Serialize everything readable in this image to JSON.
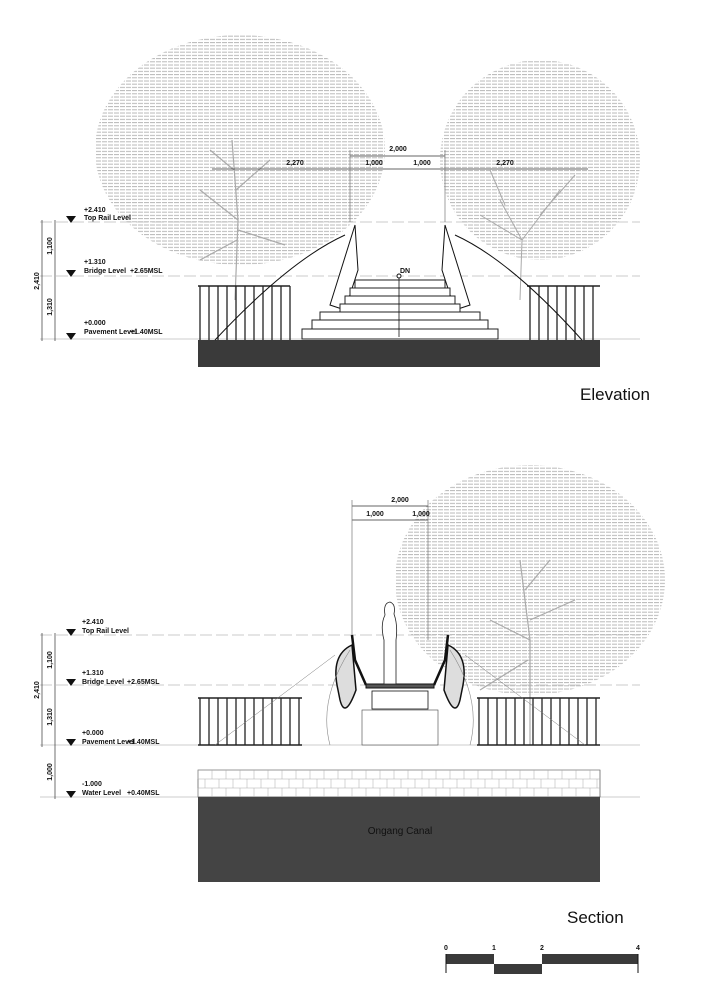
{
  "elevation": {
    "title": "Elevation",
    "levels": [
      {
        "value": "+2.410",
        "name": "Top Rail Level",
        "msl": ""
      },
      {
        "value": "+1.310",
        "name": "Bridge Level",
        "msl": "+2.65MSL"
      },
      {
        "value": "+0.000",
        "name": "Pavement Level",
        "msl": "+1.40MSL"
      }
    ],
    "vertical_dims": {
      "upper": "1,100",
      "lower": "1,310",
      "total": "2,410"
    },
    "horizontal_dims": {
      "total": "2,000",
      "left_half": "1,000",
      "right_half": "1,000",
      "left_side": "2,270",
      "right_side": "2,270"
    },
    "stair_label": "DN"
  },
  "section": {
    "title": "Section",
    "levels": [
      {
        "value": "+2.410",
        "name": "Top Rail Level",
        "msl": ""
      },
      {
        "value": "+1.310",
        "name": "Bridge Level",
        "msl": "+2.65MSL"
      },
      {
        "value": "+0.000",
        "name": "Pavement Level",
        "msl": "+1.40MSL"
      },
      {
        "value": "-1.000",
        "name": "Water Level",
        "msl": "+0.40MSL"
      }
    ],
    "vertical_dims": {
      "upper": "1,100",
      "middle": "1,310",
      "lower": "1,000",
      "total": "2,410"
    },
    "horizontal_dims": {
      "total": "2,000",
      "left_half": "1,000",
      "right_half": "1,000"
    },
    "canal_label": "Ongang Canal"
  },
  "scale_bar": {
    "ticks": [
      "0",
      "1",
      "2",
      "4"
    ]
  },
  "colors": {
    "ink": "#111111",
    "ground": "#3a3a3a",
    "canal": "#444444",
    "tree": "#bdbdbd"
  }
}
